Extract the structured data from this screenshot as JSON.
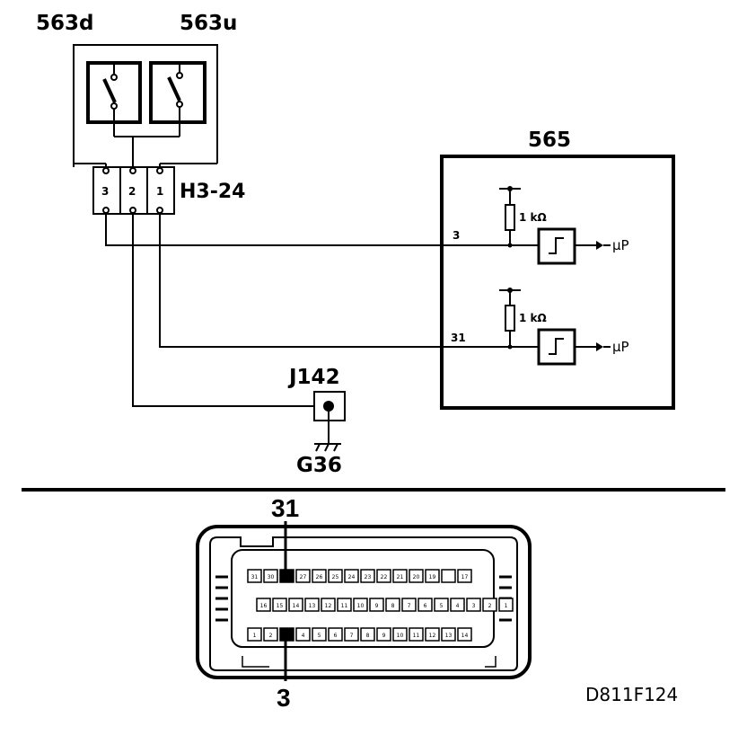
{
  "components": {
    "switch_down": "563d",
    "switch_up": "563u",
    "connector": "H3-24",
    "connector_pins": [
      "3",
      "2",
      "1"
    ],
    "module": "565",
    "junction": "J142",
    "ground": "G36"
  },
  "module_channels": [
    {
      "pin": "3",
      "resistor": "1 kΩ",
      "output": "µP"
    },
    {
      "pin": "31",
      "resistor": "1 kΩ",
      "output": "µP"
    }
  ],
  "connector_face": {
    "pin_top": "31",
    "pin_bottom": "3",
    "rows": [
      [
        "31",
        "30",
        "",
        "27",
        "26",
        "25",
        "24",
        "23",
        "22",
        "21",
        "20",
        "19",
        "",
        "17"
      ],
      [
        "16",
        "15",
        "14",
        "13",
        "12",
        "11",
        "10",
        "9",
        "8",
        "7",
        "6",
        "5",
        "4",
        "3",
        "2",
        "1"
      ],
      [
        "1",
        "2",
        "3",
        "4",
        "5",
        "6",
        "7",
        "8",
        "9",
        "10",
        "11",
        "12",
        "13",
        "14"
      ]
    ]
  },
  "figure_code": "D811F124"
}
